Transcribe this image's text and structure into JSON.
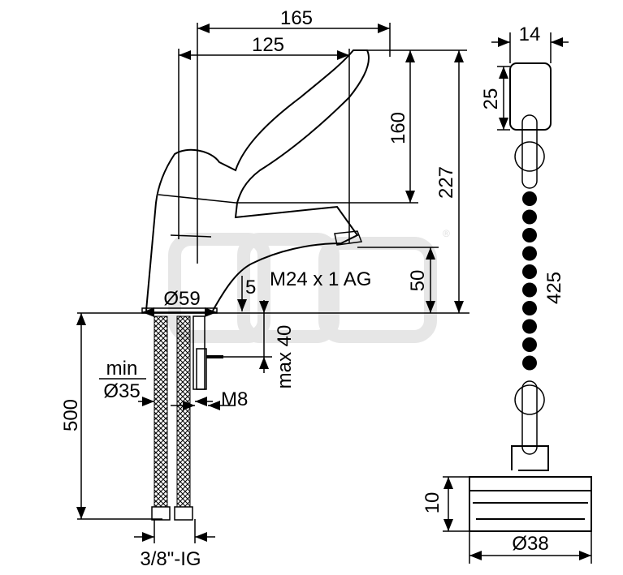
{
  "drawing": {
    "dimensions": {
      "width_165": "165",
      "reach_125": "125",
      "lever_height_160": "160",
      "total_height_227": "227",
      "spout_height_50": "50",
      "thread_spout": "M24 x 1 AG",
      "base_diameter": "Ø59",
      "base_offset_5": "5",
      "max_thickness": "max 40",
      "min_hole_label": "min",
      "min_hole_diameter": "Ø35",
      "rod_thread": "M8",
      "hose_length": "500",
      "hose_connection": "3/8\"-IG",
      "plug_top_width": "14",
      "plug_top_height": "25",
      "chain_length": "425",
      "plug_height": "10",
      "plug_diameter": "Ø38"
    },
    "watermark": {
      "registered_mark": "®"
    },
    "colors": {
      "line": "#000000",
      "watermark": "#e6e6e6"
    }
  }
}
